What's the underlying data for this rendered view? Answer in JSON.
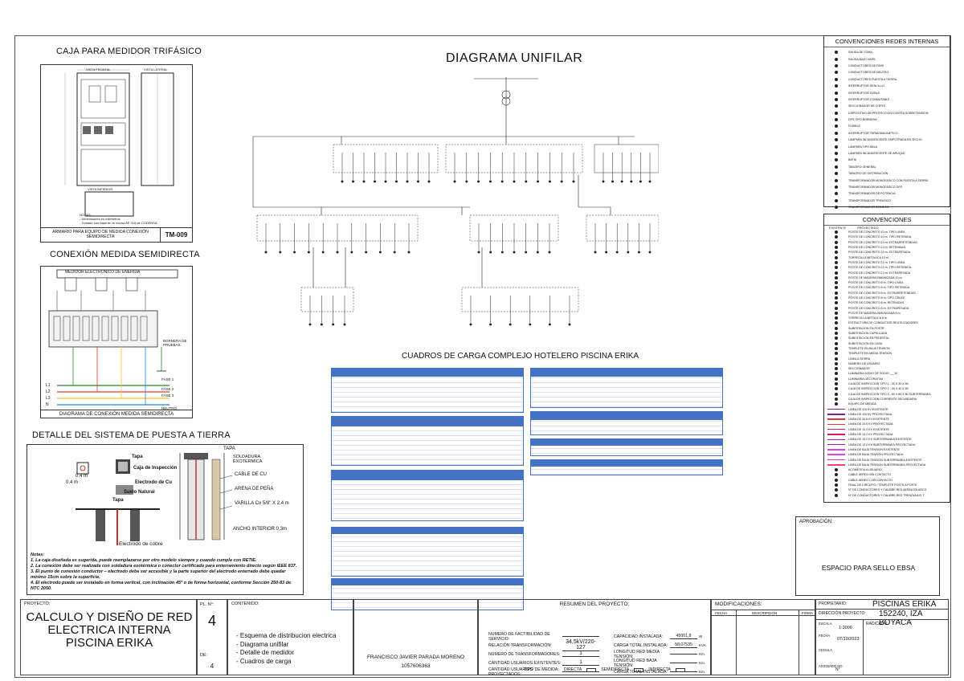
{
  "titles": {
    "caja_medidor": "CAJA PARA MEDIDOR TRIFÁSICO",
    "diagrama_unifilar": "DIAGRAMA UNIFILAR",
    "conexion_medida": "CONEXIÓN MEDIDA SEMIDIRECTA",
    "puesta_tierra": "DETALLE DEL SISTEMA DE PUESTA A TIERRA",
    "cuadros_carga": "CUADROS DE CARGA COMPLEJO HOTELERO  PISCINA ERIKA"
  },
  "caja": {
    "vista_frontal": "VISTA FRONTAL",
    "vista_lateral": "VISTA LATERAL",
    "vista_inferior": "VISTA INFERIOR",
    "caption": "ARMARIO PARA EQUIPO DE MEDIDA CONEXIÓN SEMIDIRECTA",
    "code": "TM-009",
    "notas_title": "NOTAS:",
    "nota1": "- Dimensiones en milímetros",
    "nota2": "- Tomado con base en la norma AE 319 de CODENSA"
  },
  "conexion": {
    "medidor": "MEDIDOR ELECTRONICO DE ENERGIA",
    "bornera": "BORNERA DE PRUEBAS",
    "lines": [
      "L1",
      "L2",
      "L3",
      "N"
    ],
    "fases": [
      "FASE 1",
      "FASE 2",
      "FASE 3",
      "NEUTRO"
    ],
    "caption": "DIAGRAMA DE CONEXIÓN MEDIDA SEMIDIRECTA"
  },
  "tierra": {
    "dim1": "0.4 m",
    "dim2": "0.4 m",
    "tapa1": "Tapa",
    "caja_inspeccion": "Caja de Inspección",
    "electrodo_cu": "Electrodo de Cu",
    "suelo_natural": "Suelo Natural",
    "tapa2": "Tapa",
    "electrodo_cobre": "Electrodo de cobre",
    "tapa3": "TAPA",
    "soldadura": "SOLDADURA EXOTERMICA",
    "cable_cu": "CABLE DE CU",
    "arena_pena": "ARENA DE PEÑA",
    "varilla": "VARILLA Cu 5/8\" X 2,4 m",
    "ancho": "ANCHO INTERIOR 0,3m",
    "notas_title": "Notas:",
    "notes": [
      "1. La caja diseñada es sugerida, puede reemplazarse por otro modelo siempre y cuando cumpla con RETIE.",
      "2. La conexión debe ser realizada con soldadura exotérmica o conector certificado para enterramiento directo según IEEE 837.",
      "3. El punto de conexión conductor – electrodo debe ser accesible y la parte superior del electrodo enterrado debe quedar mínimo 15cm sobre la superficie.",
      "4. El electrodo puede ser instalado en forma vertical, con inclinación 45° o de forma horizontal, conforme Sección 250-83 de NTC 2050."
    ]
  },
  "conv_redes": {
    "title": "CONVENCIONES REDES INTERNAS",
    "items": [
      "SALIDA DE TOMA",
      "SALIDA BAJO NIVEL",
      "CONDUCTORES DE FASE",
      "CONDUCTORES DE NEUTRO",
      "CONDUCTORES PUESTA A TIERRA",
      "INTERRUPTOR SENCILLO",
      "INTERRUPTOR DOBLE",
      "INTERRUPTOR CONMUTABLE",
      "SECCIONADOR DE CORTE",
      "DISPOSITIVO DE PROTECCION CONTRA SOBRETENSION",
      "DPS TIPO BORNERA",
      "FUSIBLE",
      "INTERRUPTOR TERMOMAGNETICO",
      "LAMPARA INCANDESCENTE EMPOTRADA EN TECHO",
      "LAMPARA TIPO BALA",
      "LAMPARA INCANDESCENTE DE APLIQUE",
      "BATIA",
      "TABLERO GENERAL",
      "TABLERO DE DISTRIBUCION",
      "TRANSFORMADOR MONOFASICO CON PUESTA A TIERRA",
      "TRANSFORMADOR MONOFASICO DPS",
      "TRANSFORMADOR DE POTENCIA",
      "TRANSFORMADOR TRIFASICO",
      "TRANSFORMADOR BIFASICO"
    ]
  },
  "conv": {
    "title": "CONVENCIONES",
    "col_existente": "EXISTENTE",
    "col_proyectado": "PROYECTADO",
    "items": [
      "POSTE DE CONCRETO 10 m. TIPO LINEA",
      "POSTE DE CONCRETO 10 m. TIPO RETENIDA",
      "POSTE DE CONCRETO 10 m. EXTRARRETENIDAS",
      "POSTE DE CONCRETO 10 m. RETENIDAS",
      "POSTE DE CONCRETO 10 m. EXTRAPESADA",
      "TORRECILLA METALICA 10 m.",
      "POSTE DE CONCRETO 12 m. TIPO LINEA",
      "POSTE DE CONCRETO 12 m. TIPO RETENIDA",
      "POSTE DE CONCRETO 12 m. EXTRAPESADA",
      "POSTE DE MADERA INMUNIZADA 10 m.",
      "POSTE DE CONCRETO 8 m. TIPO LINEA",
      "POSTE DE CONCRETO 8 m. TIPO RETENIDA",
      "POSTE DE CONCRETO 8 m. EXTRARRETENIDAS",
      "POSTE DE CONCRETO 8 m. TIPO CRUCE",
      "POSTE DE CONCRETO 8 m. RETENIDAS",
      "POSTE DE CONCRETO 8 m. EXTRAPESADA",
      "POSTE DE MADERA INMUNIZADA 8 m.",
      "TORRECILLA METALICA 8 m.",
      "ESTRUCTURA DE CONDUCTOR REUTILIZADORES",
      "SUBESTACION EN POSTE",
      "SUBESTACION CAPSULADA",
      "SUBESTACION EN PEDESTAL",
      "SUBESTACION EN CASA",
      "TEMPLETE EN BAJA TENSION",
      "TEMPLETE EN MEDIA TENSION",
      "LINEA A TIERRA",
      "NUMERO DE USUARIO",
      "SECCIONADOR",
      "LUMINARIA SODIO DE SODIO ___W",
      "LUMINARIA DECORATIVA",
      "CAJA DE INSPECCION TIPO 1 - 30 X 30 X 80",
      "CAJA DE INSPECCION TIPO 2 - 40 X 40 X 80",
      "CAJA DE INSPECCION TIPO 3 - 60 X 60 X 80 SUBTERRANEA",
      "CAJA DE INSPECCION CORRIENTE SECUNDARIA",
      "EQUIPO DE MEDIDA",
      "LINEA DE 115 KV EXISTENTE",
      "LINEA DE 115 KV PROYECTADA",
      "LINEA DE 34.5 KV EXISTENTE",
      "LINEA DE 34.5 KV PROYECTADA",
      "LINEA DE 13.2 KV EXISTENTE",
      "LINEA DE 13.2 KV PROYECTADA",
      "LINEA DE 13.2 KV SUBTERRANEA EXISTENTE",
      "LINEA DE 13.2 KV SUBTERRANEA PROYECTADA",
      "LINEA DE BAJA TENSION EXISTENTE",
      "LINEA DE BAJA TENSION PROYECTADA",
      "LINEA DE BAJA TENSION SUBTERRANEA EXISTENTE",
      "LINEA DE BAJA TENSION SUBTERRANEA PROYECTADA",
      "ACOMETIDA A USUARIO",
      "CABLE AEREO SIN CONTACTO",
      "CABLE AEREO CON CONTACTO",
      "FINAL DE CIRCUITO / TEMPLETE POSTE A POSTE",
      "N° DE CONDUCTORES Y CALIBRE RED AEREA EN ARCO",
      "N° DE CONDUCTORES Y CALIBRE RED TRENZADA B. T."
    ]
  },
  "approval": {
    "label": "APROBACIÓN:",
    "stamp": "ESPACIO PARA SELLO EBSA"
  },
  "title_block": {
    "proyecto_label": "PROYECTO:",
    "proyecto": "CALCULO Y DISEÑO DE RED ELECTRICA INTERNA PISCINA ERIKA",
    "pl_label": "PL. N°:",
    "pl": "4",
    "de_label": "DE:",
    "de": "4",
    "contenido_label": "CONTENIDO:",
    "contenido": [
      "- Esquema de distribucion electrica",
      "- Diagrama unifilar",
      "- Detalle de medidor",
      "- Cuadros de carga"
    ],
    "autor": "FRANCISCO JAVIER PARADA MORENO",
    "cedula": "1057606363",
    "resumen_title": "RESUMEN DEL PROYECTO:",
    "resumen_left": [
      {
        "label": "NUMERO DE FACTIBILIDAD DE SERVICIO:",
        "value": ""
      },
      {
        "label": "RELACIÓN TRANSFORMACIÓN:",
        "value": "34,5kV/220-127"
      },
      {
        "label": "NUMERO DE TRANSFORMADORES:",
        "value": "1"
      },
      {
        "label": "CANTIDAD USUARIOS EXISTENTES:",
        "value": "1"
      },
      {
        "label": "CANTIDAD USUARIOS PROYECTADOS:",
        "value": ""
      }
    ],
    "resumen_right": [
      {
        "label": "CAPACIDAD INSTALADA:",
        "value": "45001,8",
        "unit": "W"
      },
      {
        "label": "CARGA TOTAL INSTALADA:",
        "value": "58,07535",
        "unit": "KVA"
      },
      {
        "label": "LONGITUD RED MEDIA TENSIÓN:",
        "value": "",
        "unit": "Km."
      },
      {
        "label": "LONGITUD RED BAJA TENSIÓN:",
        "value": "",
        "unit": "Km."
      },
      {
        "label": "CARGA TOTAL INSTALADA:",
        "value": "",
        "unit": "Km."
      }
    ],
    "tipo_medida": "TIPO DE MEDIDA:",
    "directa": "DIRECTA",
    "semidirecta": "SEMIDIRECTA",
    "semidirecta_mark": "X",
    "indirecta": "INDIRECTA",
    "modificaciones": "MODIFICACIONES:",
    "fecha": "FECHA",
    "descripcion": "DESCRIPCION",
    "firma": "FIRMA",
    "propietario_label": "PROPIETARIO:",
    "propietario": "PISCINAS ERIKA",
    "direccion_label": "DIRECCIÓN PROYECTO:",
    "direccion": "152240, IZA BOYACA",
    "escala_label": "ESCALA",
    "escala": "1:3000",
    "fecha_label": "FECHA",
    "fecha_val": "07/10/2023",
    "radicado_label": "RADICADO",
    "cedula_label": "CEDULA",
    "asignado_label": "ASIGNADO NO",
    "numero_label": "N°"
  },
  "colors": {
    "table_header": "#4472c4",
    "fase1": "#2e7d32",
    "fase2": "#e53935",
    "fase3": "#fbc02d",
    "neutro": "#1e88e5"
  }
}
